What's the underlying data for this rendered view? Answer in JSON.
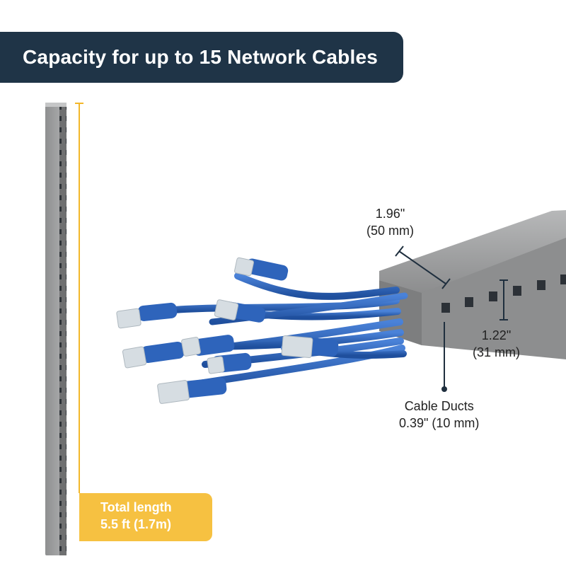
{
  "header": {
    "title": "Capacity for up to 15 Network Cables"
  },
  "dimensions": {
    "width_line1": "1.96\"",
    "width_line2": "(50 mm)",
    "height_line1": "1.22\"",
    "height_line2": "(31 mm)",
    "duct_line1": "Cable Ducts",
    "duct_line2": "0.39\" (10 mm)"
  },
  "length_badge": {
    "line1": "Total length",
    "line2": "5.5 ft (1.7m)"
  },
  "colors": {
    "header_background": "#1f3447",
    "accent_yellow": "#f6c141",
    "duct_gray": "#8e8f90",
    "cable_blue": "#2f66bd",
    "connector_clear": "#cfd7dd"
  },
  "icons": {
    "measure": "dimension-bracket-icon",
    "pointer": "callout-pointer-icon"
  }
}
